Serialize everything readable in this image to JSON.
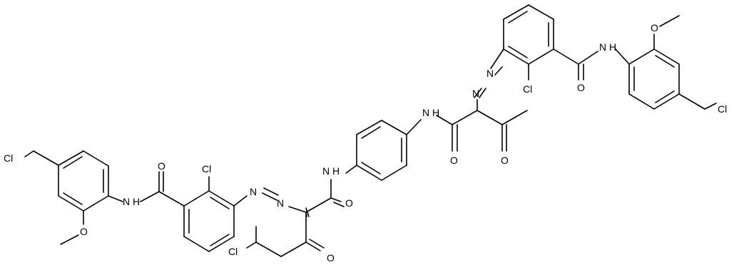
{
  "labels": {
    "cl_left_ch2": "Cl",
    "nh_left_amide": "N H",
    "o_left_amide": "O",
    "o_left_methoxy": "O",
    "cl_left_ring": "Cl",
    "n_left_azo_1": "N",
    "n_left_azo_2": "N",
    "nh_center_left": "N H",
    "o_center_left": "O",
    "o_keto_left": "O",
    "cl_chloroalkyl": "Cl",
    "nh_center_right": "N H",
    "o_center_right": "O",
    "o_keto_right": "O",
    "n_right_azo_1": "N",
    "n_right_azo_2": "N",
    "cl_right_ring": "Cl",
    "o_right_amide": "O",
    "nh_right_amide": "N H",
    "o_right_methoxy": "O",
    "cl_right_ch2": "Cl"
  }
}
